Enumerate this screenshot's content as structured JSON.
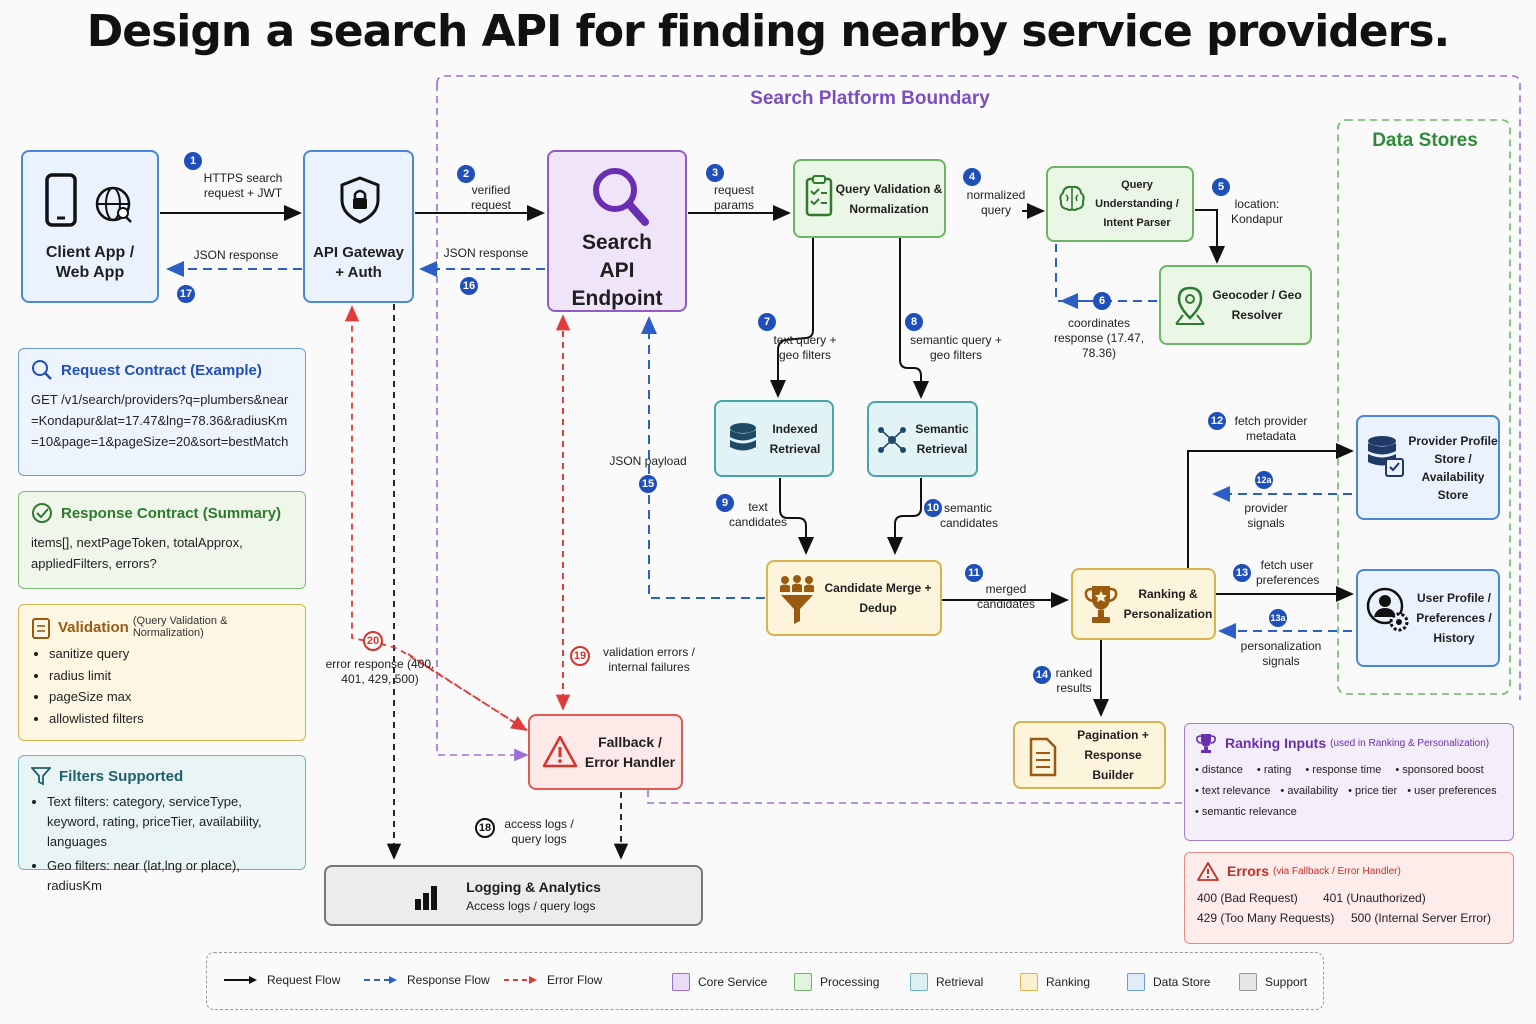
{
  "title": "Design a search API for finding nearby service providers.",
  "boundary": {
    "label": "Search Platform Boundary"
  },
  "data_stores": {
    "label": "Data Stores"
  },
  "nodes": {
    "client": "Client App / Web App",
    "gateway": "API Gateway + Auth",
    "search": "Search API Endpoint",
    "validation": "Query Validation & Normalization",
    "understanding": "Query Understanding / Intent Parser",
    "geocoder": "Geocoder / Geo Resolver",
    "indexed": "Indexed Retrieval",
    "semantic": "Semantic Retrieval",
    "merge": "Candidate Merge + Dedup",
    "ranking": "Ranking & Personalization",
    "pagination": "Pagination + Response Builder",
    "fallback": "Fallback / Error Handler",
    "logging_title": "Logging & Analytics",
    "logging_sub": "Access logs / query logs",
    "provider_store": "Provider Profile Store / Availability Store",
    "user_store": "User Profile / Preferences / History"
  },
  "edges": {
    "e1": {
      "num": "1",
      "text": "HTTPS search request + JWT"
    },
    "e2": {
      "num": "2",
      "text": "verified request"
    },
    "e3": {
      "num": "3",
      "text": "request params"
    },
    "e4": {
      "num": "4",
      "text": "normalized query"
    },
    "e5": {
      "num": "5",
      "text": "location: Kondapur"
    },
    "e6": {
      "num": "6",
      "text": "coordinates response (17.47, 78.36)"
    },
    "e7": {
      "num": "7",
      "text": "text query + geo filters"
    },
    "e8": {
      "num": "8",
      "text": "semantic query + geo filters"
    },
    "e9": {
      "num": "9",
      "text": "text candidates"
    },
    "e10": {
      "num": "10",
      "text": "semantic candidates"
    },
    "e11": {
      "num": "11",
      "text": "merged candidates"
    },
    "e12": {
      "num": "12",
      "text": "fetch provider metadata"
    },
    "e12a": {
      "num": "12a",
      "text": "provider signals"
    },
    "e13": {
      "num": "13",
      "text": "fetch user preferences"
    },
    "e13a": {
      "num": "13a",
      "text": "personalization signals"
    },
    "e14": {
      "num": "14",
      "text": "ranked results"
    },
    "e15": {
      "num": "15",
      "text": "JSON payload"
    },
    "e16": {
      "num": "16",
      "text": "JSON response"
    },
    "e17": {
      "num": "17",
      "text": "JSON response"
    },
    "e18": {
      "num": "18",
      "text": "access logs / query logs"
    },
    "e19": {
      "num": "19",
      "text": "validation errors / internal failures"
    },
    "e20": {
      "num": "20",
      "text": "error response (400, 401, 429, 500)"
    }
  },
  "panels": {
    "request": {
      "title": "Request Contract (Example)",
      "body": "GET /v1/search/providers?q=plumbers&near=Kondapur&lat=17.47&lng=78.36&radiusKm=10&page=1&pageSize=20&sort=bestMatch"
    },
    "response": {
      "title": "Response Contract (Summary)",
      "body": "items[], nextPageToken, totalApprox, appliedFilters, errors?"
    },
    "validation": {
      "title": "Validation",
      "subtitle": "(Query Validation & Normalization)",
      "items": [
        "sanitize query",
        "radius limit",
        "pageSize max",
        "allowlisted filters"
      ]
    },
    "filters": {
      "title": "Filters Supported",
      "items": [
        "Text filters: category, serviceType, keyword, rating, priceTier, availability, languages",
        "Geo filters: near (lat,lng or place), radiusKm"
      ]
    },
    "ranking_inputs": {
      "title": "Ranking Inputs",
      "subtitle": "(used in Ranking & Personalization)",
      "row1": [
        "distance",
        "rating",
        "response time",
        "sponsored boost"
      ],
      "row2": [
        "text relevance",
        "availability",
        "price tier",
        "user preferences"
      ],
      "row3": [
        "semantic relevance"
      ]
    },
    "errors": {
      "title": "Errors",
      "subtitle": "(via Fallback / Error Handler)",
      "codes": [
        "400 (Bad Request)",
        "401 (Unauthorized)",
        "429 (Too Many Requests)",
        "500 (Internal Server Error)"
      ]
    }
  },
  "legend": {
    "flows": [
      "Request Flow",
      "Response Flow",
      "Error Flow"
    ],
    "categories": [
      {
        "label": "Core Service",
        "color": "#e9dcf6"
      },
      {
        "label": "Processing",
        "color": "#e3f3df"
      },
      {
        "label": "Retrieval",
        "color": "#dcf0f2"
      },
      {
        "label": "Ranking",
        "color": "#fbf0d2"
      },
      {
        "label": "Data Store",
        "color": "#e1ecfb"
      },
      {
        "label": "Support",
        "color": "#e6e6e6"
      }
    ]
  },
  "colors": {
    "request": "#111111",
    "response": "#2b5fc7",
    "error": "#e03a3a",
    "boundary": "#9b6fd6",
    "datastore": "#6db665"
  }
}
